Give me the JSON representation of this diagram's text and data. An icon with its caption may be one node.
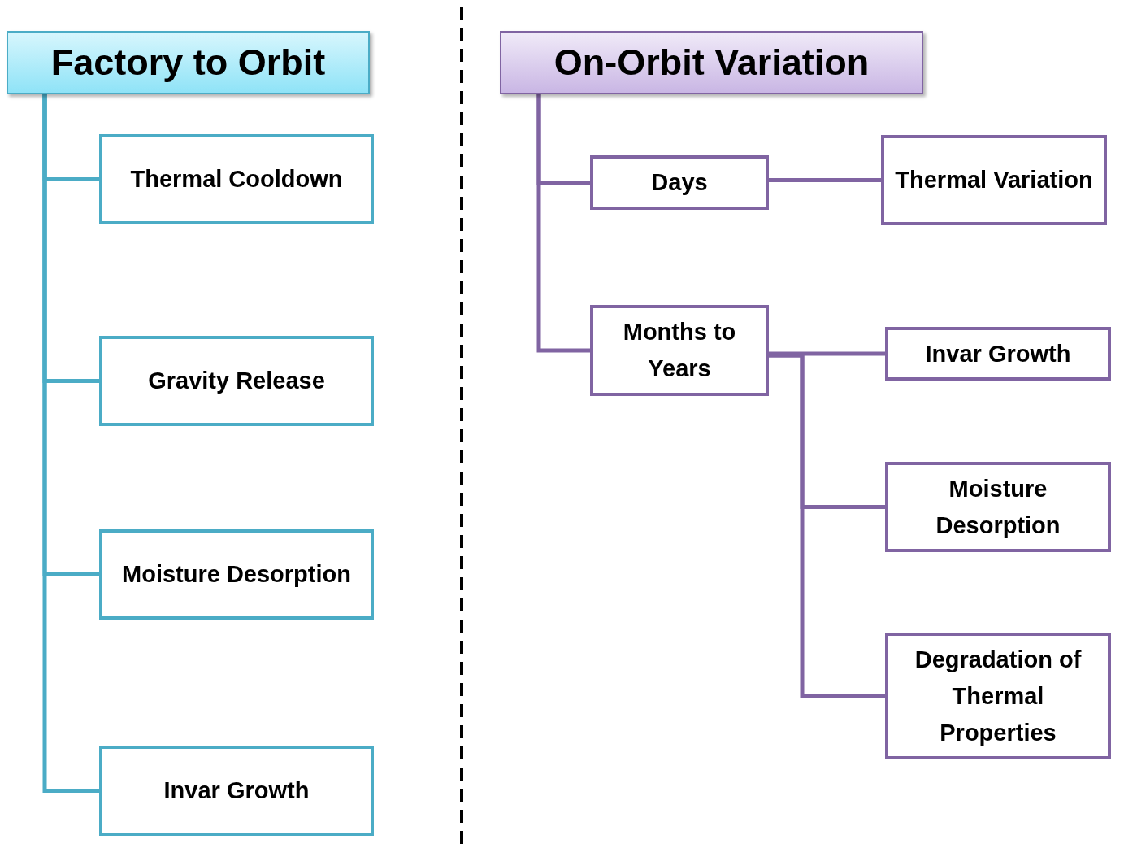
{
  "diagram": {
    "nodes": [
      {
        "text": [
          "Factory to Orbit"
        ]
      },
      {
        "text": [
          "Thermal Cooldown"
        ]
      },
      {
        "text": [
          "Gravity Release"
        ]
      },
      {
        "text": [
          "Moisture Desorption"
        ]
      },
      {
        "text": [
          "Invar Growth"
        ]
      },
      {
        "text": [
          "On-Orbit Variation"
        ]
      },
      {
        "text": [
          "Days"
        ]
      },
      {
        "text": [
          "Thermal Variation"
        ]
      },
      {
        "text": [
          "Months to Years"
        ]
      },
      {
        "text": [
          "Invar Growth"
        ]
      },
      {
        "text": [
          "Moisture Desorption"
        ]
      },
      {
        "text": [
          "Degradation of Thermal Properties"
        ]
      }
    ],
    "edges": [
      {
        "from": 0,
        "to": 1,
        "arrow": "none"
      },
      {
        "from": 0,
        "to": 2,
        "arrow": "none"
      },
      {
        "from": 0,
        "to": 3,
        "arrow": "none"
      },
      {
        "from": 0,
        "to": 4,
        "arrow": "none"
      },
      {
        "from": 5,
        "to": 6,
        "arrow": "none",
        "color": "#8064a2"
      },
      {
        "from": 5,
        "to": 8,
        "arrow": "none",
        "color": "#8064a2"
      },
      {
        "from": 6,
        "to": 7,
        "arrow": "none",
        "color": "#8064a2"
      },
      {
        "from": 8,
        "to": 9,
        "arrow": "none",
        "color": "#8064a2"
      },
      {
        "from": 8,
        "to": 10,
        "arrow": "none",
        "color": "#8064a2"
      },
      {
        "from": 8,
        "to": 11,
        "arrow": "none",
        "color": "#8064a2"
      }
    ]
  }
}
